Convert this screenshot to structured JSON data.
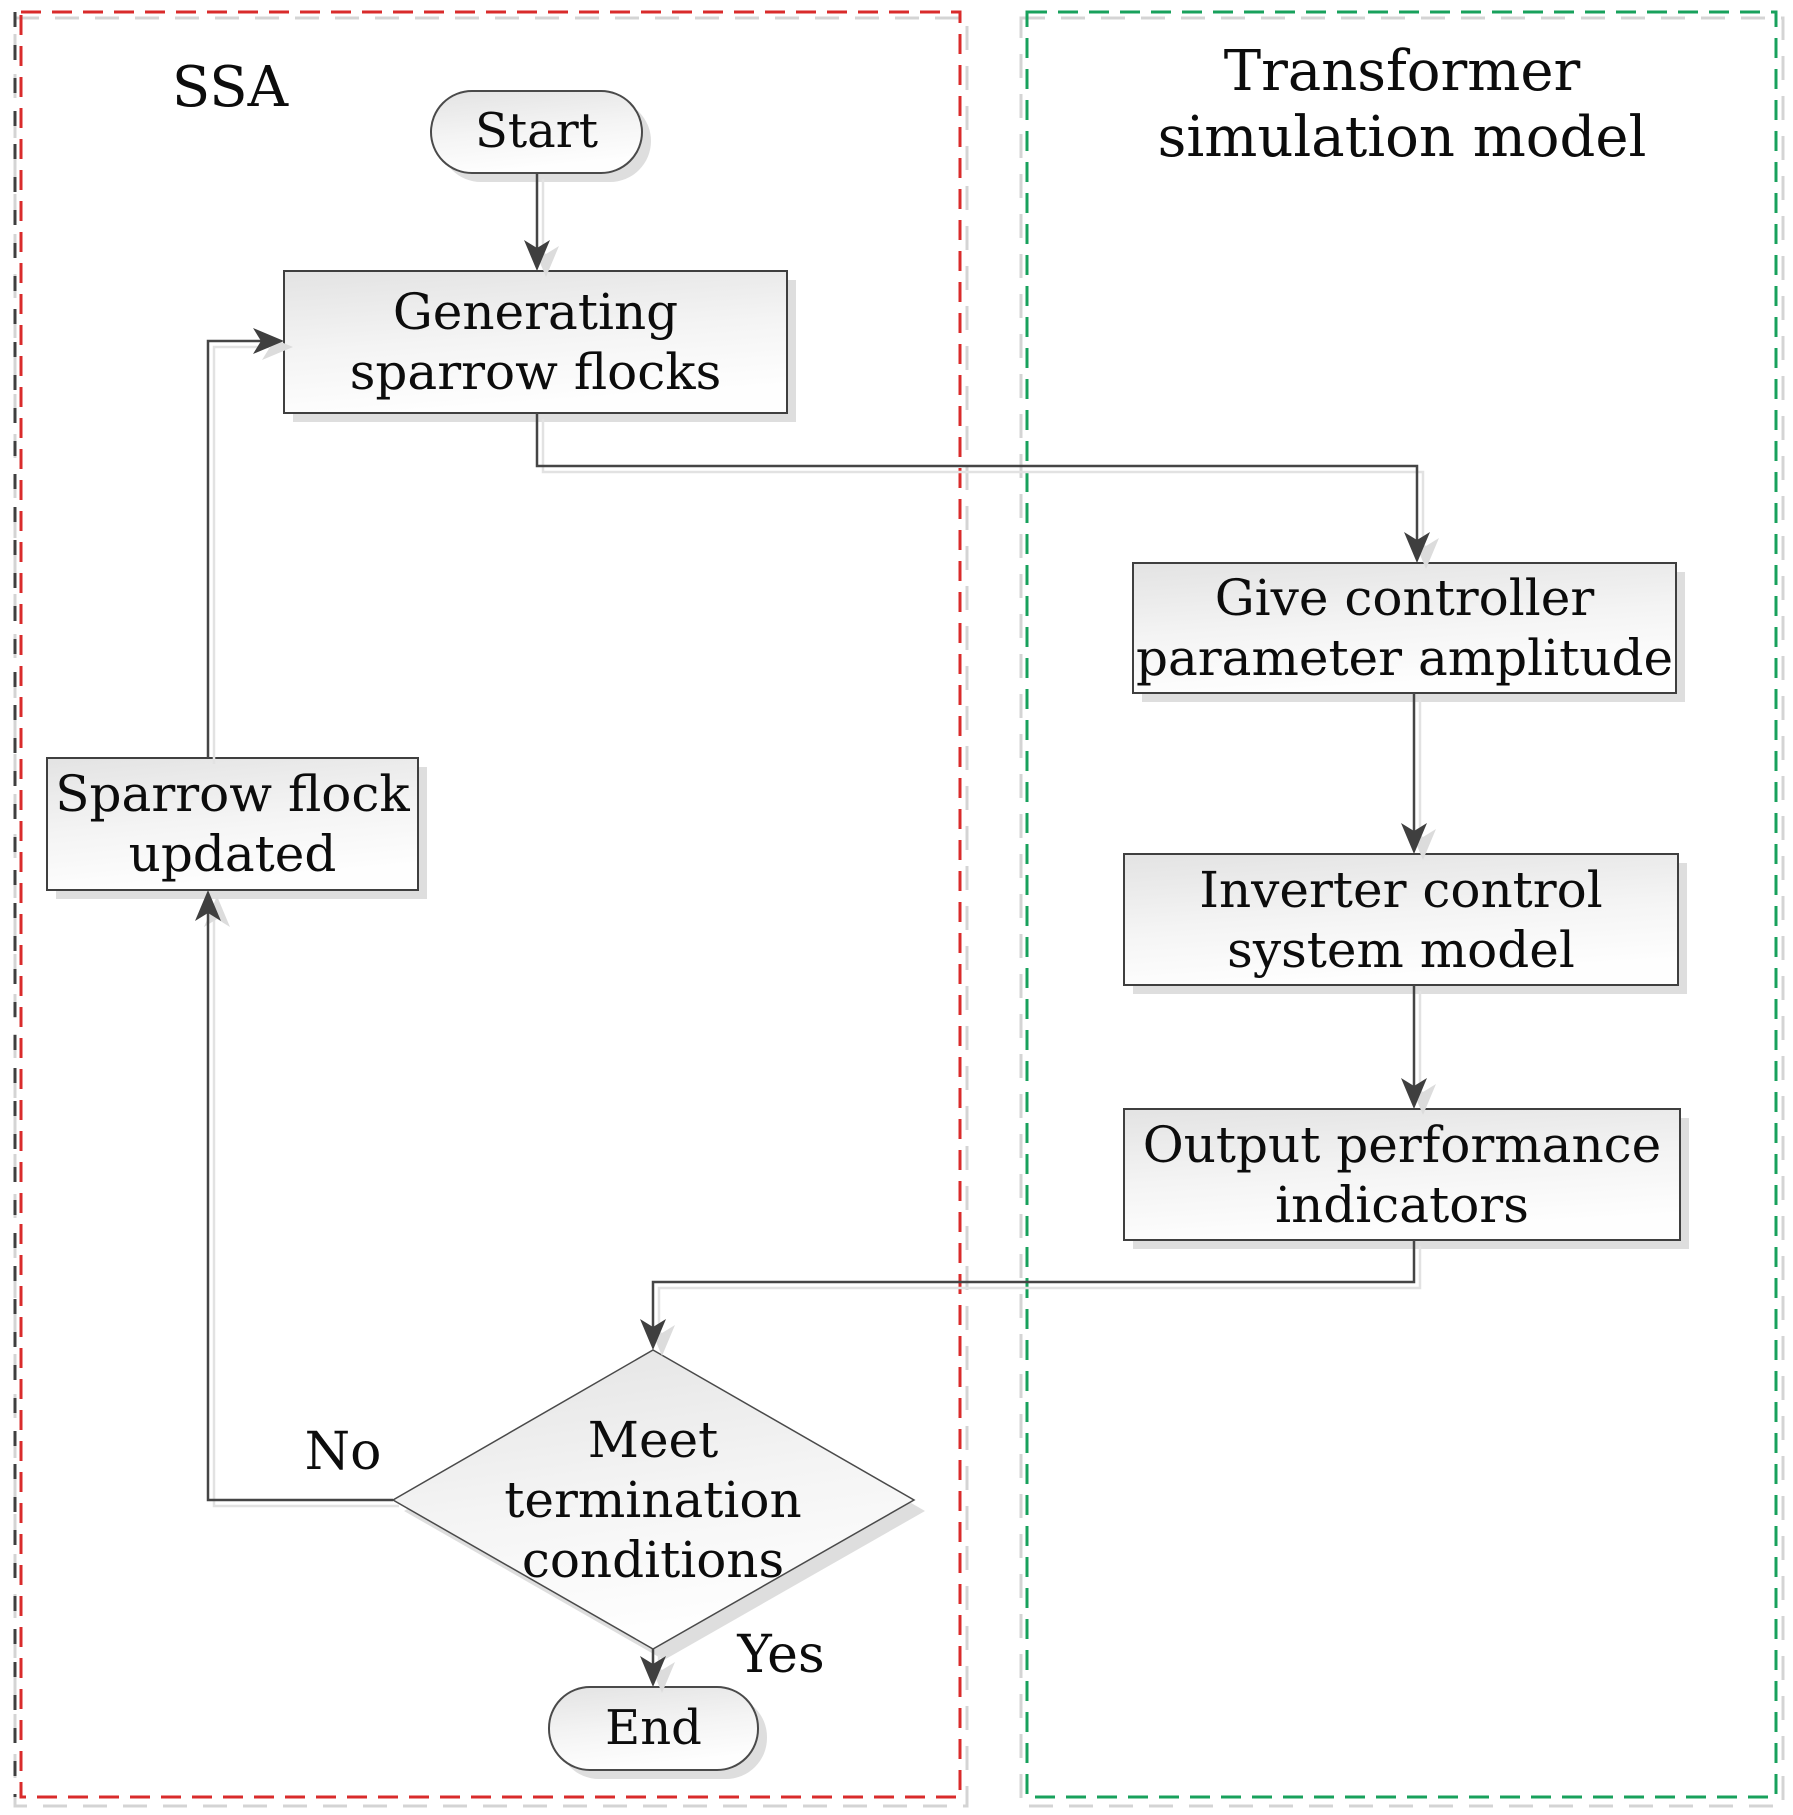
{
  "diagram": {
    "containers": {
      "ssa": {
        "label": "SSA",
        "border_color": "#d92b2b"
      },
      "transformer": {
        "label": "Transformer\nsimulation model",
        "border_color": "#18a15c"
      }
    },
    "nodes": {
      "start": {
        "type": "terminator",
        "label": "Start"
      },
      "generating": {
        "type": "process",
        "label": "Generating\nsparrow flocks"
      },
      "give": {
        "type": "process",
        "label": "Give controller\nparameter amplitude"
      },
      "inverter": {
        "type": "process",
        "label": "Inverter control\nsystem model"
      },
      "output": {
        "type": "process",
        "label": "Output performance\nindicators"
      },
      "sparrow": {
        "type": "process",
        "label": "Sparrow flock\nupdated"
      },
      "decision": {
        "type": "decision",
        "label": "Meet\ntermination\nconditions"
      },
      "end": {
        "type": "terminator",
        "label": "End"
      }
    },
    "edge_labels": {
      "no": "No",
      "yes": "Yes"
    },
    "colors": {
      "line": "#454545",
      "arrow": "#3f3f3f",
      "shape_border": "#3f3f3f",
      "shadow": "#dedede"
    }
  }
}
